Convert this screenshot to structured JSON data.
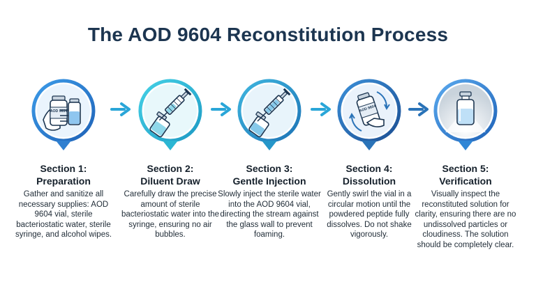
{
  "title": "The AOD 9604 Reconstitution Process",
  "vial_label": "AOD 9604",
  "steps": [
    {
      "heading": "Section 1:\nPreparation",
      "description": "Gather and sanitize all necessary supplies: AOD 9604 vial, sterile bacteriostatic water, sterile syringe, and alcohol wipes.",
      "icon": "vials-in-hand-icon",
      "ring_color": "#2f7fd0"
    },
    {
      "heading": "Section 2:\nDiluent Draw",
      "description": "Carefully draw the precise amount of sterile bacteriostatic water into the syringe, ensuring no air bubbles.",
      "icon": "syringe-drawing-icon",
      "ring_color": "#2bb6d3"
    },
    {
      "heading": "Section 3:\nGentle Injection",
      "description": "Slowly inject the sterile water into the AOD 9604 vial, directing the stream against the glass wall to prevent foaming.",
      "icon": "syringe-injecting-icon",
      "ring_color": "#2596c9"
    },
    {
      "heading": "Section 4:\nDissolution",
      "description": "Gently swirl the vial in a circular motion until the powdered peptide fully dissolves. Do not shake vigorously.",
      "icon": "swirling-vial-icon",
      "ring_color": "#2a73b8"
    },
    {
      "heading": "Section 5:\nVerification",
      "description": "Visually inspect the reconstituted solution for clarity, ensuring there are no undissolved particles or cloudiness. The solution should be completely clear.",
      "icon": "clear-vial-icon",
      "ring_color": "#2f86d6"
    }
  ],
  "arrow_color": "#2aa6d8"
}
